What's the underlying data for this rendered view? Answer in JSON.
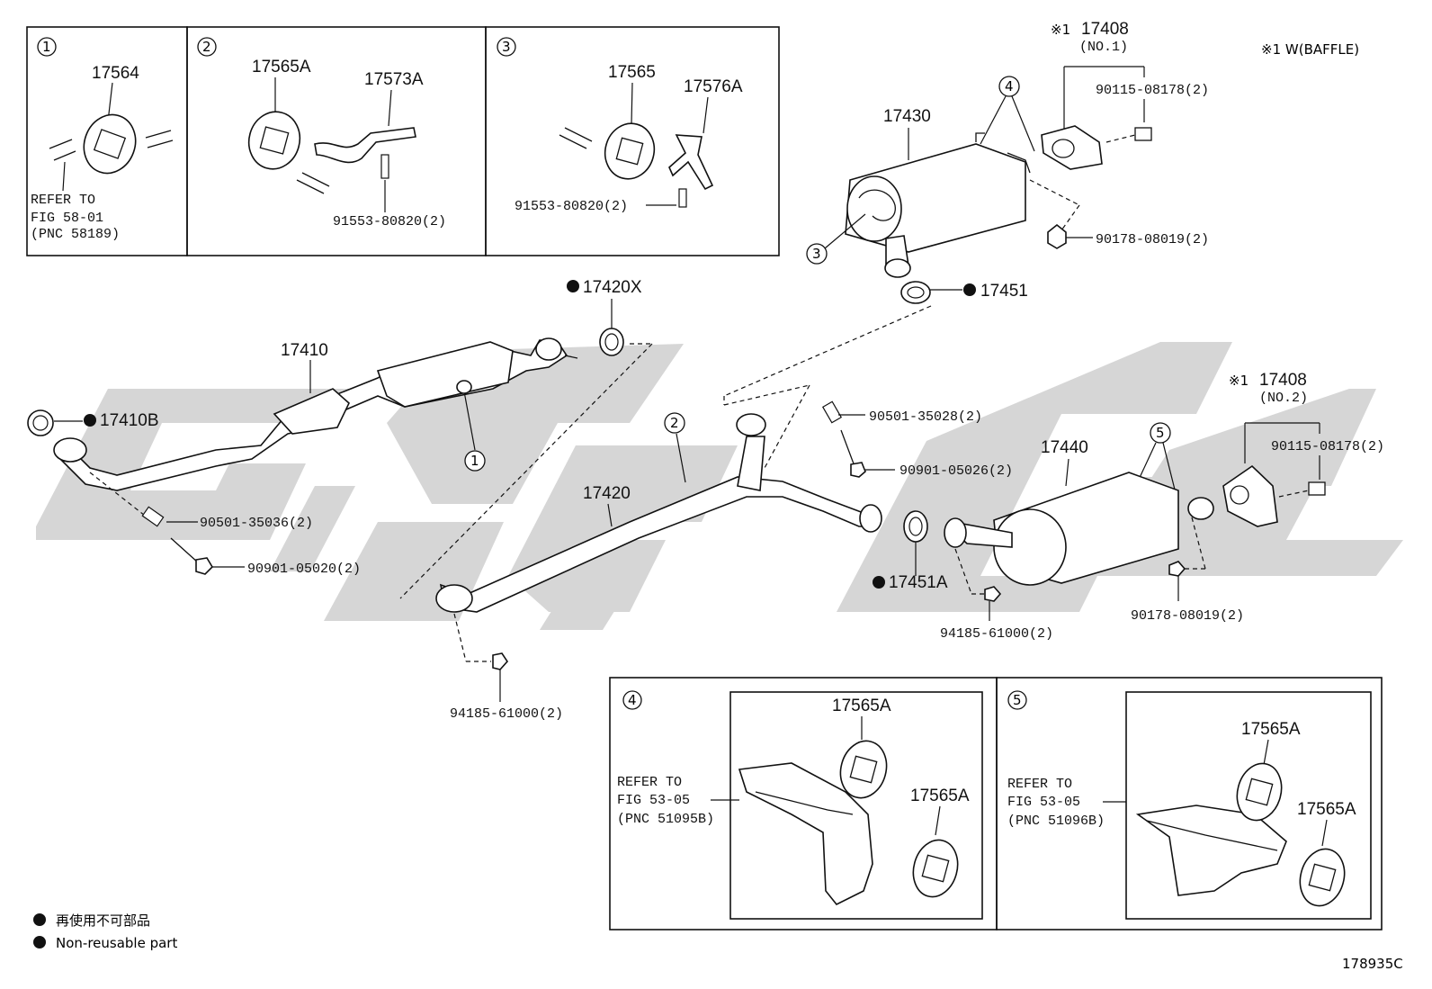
{
  "figure_code": "178935C",
  "baffle_note": "※1 W(BAFFLE)",
  "legend": {
    "non_reusable_ja": "再使用不可部品",
    "non_reusable_en": "Non-reusable part"
  },
  "box1": {
    "num": "1",
    "part": "17564",
    "refer_line1": "REFER TO",
    "refer_line2": "FIG 58-01",
    "refer_line3": "(PNC 58189)"
  },
  "box2": {
    "num": "2",
    "part_a": "17565A",
    "part_b": "17573A",
    "bolt": "91553-80820(2)"
  },
  "box3": {
    "num": "3",
    "part_a": "17565",
    "part_b": "17576A",
    "bolt": "91553-80820(2)"
  },
  "box4": {
    "num": "4",
    "refer_line1": "REFER TO",
    "refer_line2": "FIG 53-05",
    "refer_line3": "(PNC 51095B)",
    "part_a": "17565A",
    "part_b": "17565A"
  },
  "box5": {
    "num": "5",
    "refer_line1": "REFER TO",
    "refer_line2": "FIG 53-05",
    "refer_line3": "(PNC 51096B)",
    "part_a": "17565A",
    "part_b": "17565A"
  },
  "labels": {
    "p17408_top_mark": "※1",
    "p17408_top": "17408",
    "p17408_top_sub": "(NO.1)",
    "p90115_top": "90115-08178(2)",
    "p17430": "17430",
    "p90178_top": "90178-08019(2)",
    "p17451": "17451",
    "p17420x": "17420X",
    "p17410": "17410",
    "p17410b": "17410B",
    "p90501_a": "90501-35036(2)",
    "p90901_a": "90901-05020(2)",
    "p90501_b": "90501-35028(2)",
    "p90901_b": "90901-05026(2)",
    "p17420": "17420",
    "p17440": "17440",
    "p17408_bot_mark": "※1",
    "p17408_bot": "17408",
    "p17408_bot_sub": "(NO.2)",
    "p90115_bot": "90115-08178(2)",
    "p90178_bot": "90178-08019(2)",
    "p17451a": "17451A",
    "p94185_a": "94185-61000(2)",
    "p94185_b": "94185-61000(2)",
    "c1": "1",
    "c2": "2",
    "c3": "3",
    "c4": "4",
    "c5": "5"
  }
}
